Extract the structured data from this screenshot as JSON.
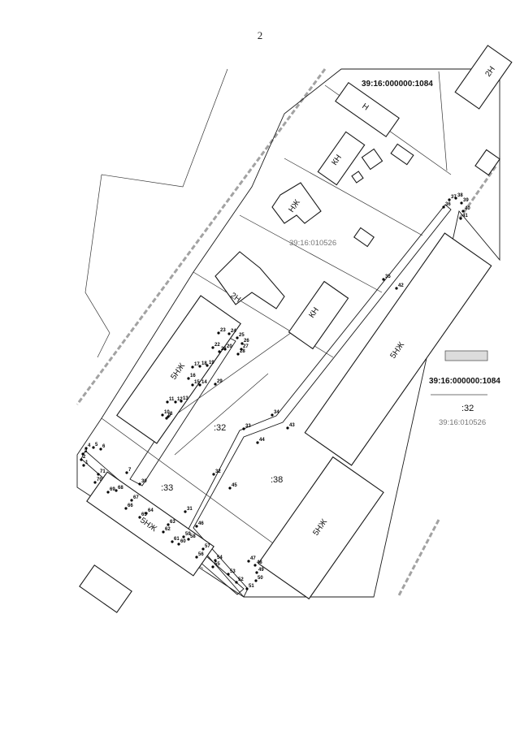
{
  "page_number": "2",
  "cadastral": {
    "block_top": "39:16:000000:1084",
    "block_right": "39:16:000000:1084",
    "quarter_grey_center": "39:16:010526",
    "quarter_grey_right": "39:16:010526"
  },
  "parcels": {
    "p32_center": ":32",
    "p32_legend": ":32",
    "p33": ":33",
    "p38": ":38"
  },
  "buildings": {
    "b_2n_top": "2Н",
    "b_kn_top": "КН",
    "b_n_top": "Н",
    "b_nn": "НЖ",
    "b_2n_mid": "2Н",
    "b_kn_mid": "КН",
    "b_5nzh_left": "5НЖ",
    "b_5nzh_right": "5НЖ",
    "b_5nzh_bottom": "5НЖ",
    "b_5nzh_lower_right": "5НЖ"
  },
  "legend": {
    "swatch_color": "#dcdcdc"
  },
  "points": [
    "1",
    "2",
    "3",
    "4",
    "5",
    "6",
    "7",
    "8",
    "9",
    "10",
    "11",
    "12",
    "13",
    "14",
    "15",
    "16",
    "17",
    "18",
    "19",
    "20",
    "21",
    "22",
    "23",
    "24",
    "25",
    "26",
    "27",
    "28",
    "29",
    "30",
    "31",
    "32",
    "33",
    "34",
    "35",
    "36",
    "37",
    "38",
    "39",
    "40",
    "41",
    "42",
    "43",
    "44",
    "45",
    "46",
    "47",
    "48",
    "49",
    "50",
    "51",
    "52",
    "53",
    "54",
    "55",
    "56",
    "57",
    "58",
    "59",
    "60",
    "61",
    "62",
    "63",
    "64",
    "65",
    "66",
    "67",
    "68",
    "69",
    "70",
    "71"
  ]
}
